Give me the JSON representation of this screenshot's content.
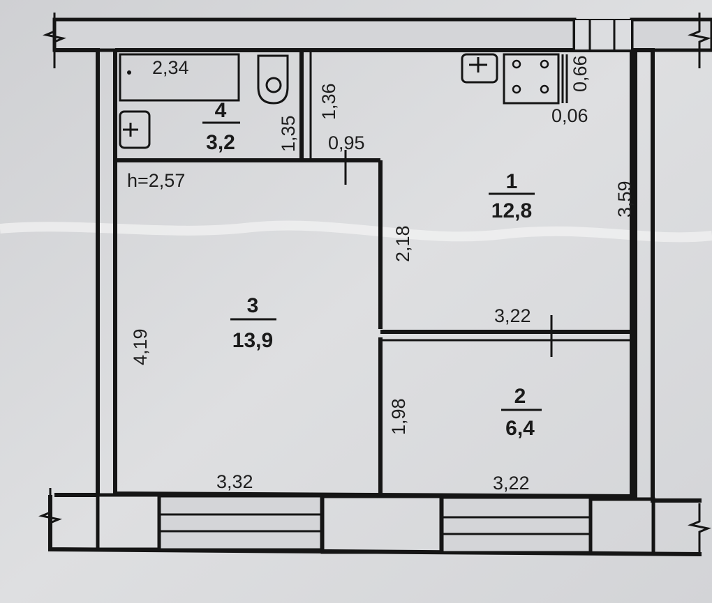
{
  "rooms": [
    {
      "number": "1",
      "area": "12,8"
    },
    {
      "number": "2",
      "area": "6,4"
    },
    {
      "number": "3",
      "area": "13,9"
    },
    {
      "number": "4",
      "area": "3,2"
    }
  ],
  "ceiling_height": "h=2,57",
  "dimensions": {
    "bath_width": "2,34",
    "bath_depth": "1,35",
    "toilet_depth": "1,36",
    "door_width": "0,95",
    "kitchen_depth": "3,59",
    "stove_depth": "0,66",
    "stove_offset": "0,06",
    "corridor_length": "2,18",
    "kitchen_width": "3,22",
    "room3_depth": "4,19",
    "room2_depth": "1,98",
    "room3_width": "3,32",
    "room2_width": "3,22"
  }
}
